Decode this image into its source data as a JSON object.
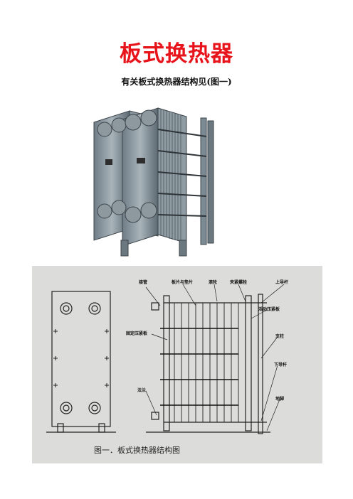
{
  "document": {
    "title": "板式换热器",
    "subtitle": "有关板式换热器结构见(图一)"
  },
  "figure": {
    "caption": "图一．板式换热器结构图",
    "labels": {
      "jieguan": "接管",
      "banpian": "板片与垫片",
      "gunlun": "滚轮",
      "jiajin": "夹紧螺栓",
      "shangdaogan": "上导杆",
      "gudingyaban": "固定压紧板",
      "huodongyaban": "活动压紧板",
      "zhizhu": "支柱",
      "falan": "法兰",
      "xiadaogan": "下导杆",
      "dijiao": "地脚"
    }
  },
  "colors": {
    "title": "#e8141b",
    "steel": "#7c8a93"
  }
}
